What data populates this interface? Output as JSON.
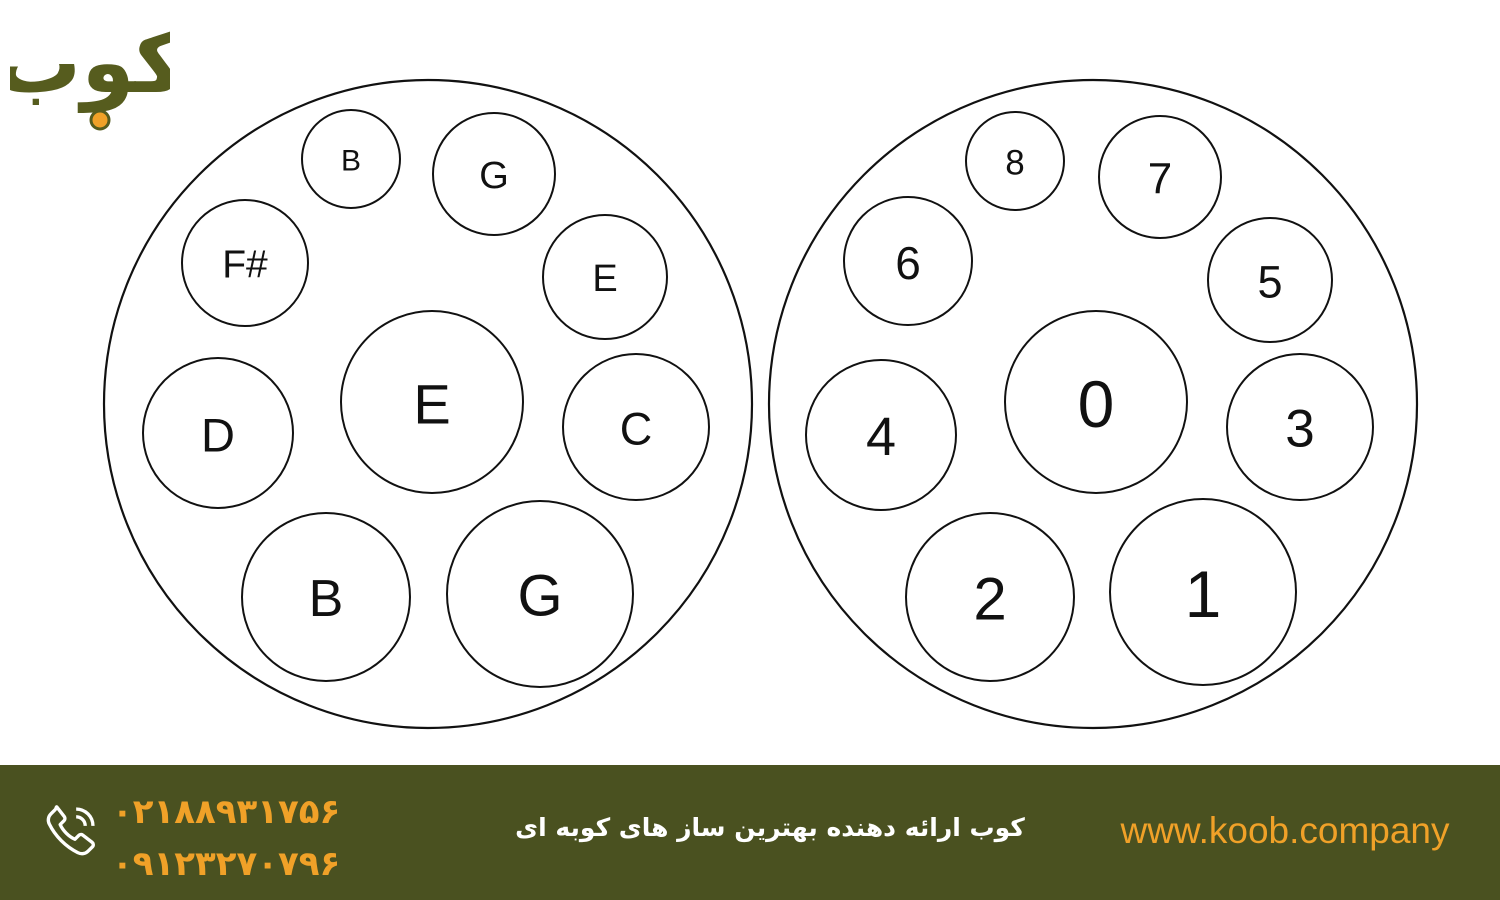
{
  "colors": {
    "footer_bg": "#4a5120",
    "accent": "#f0a128",
    "logo": "#565c1e",
    "stroke": "#111111"
  },
  "logo": {
    "text": "کوب",
    "icon": "koob-logo-icon"
  },
  "left_drum": {
    "notes": [
      "E",
      "G",
      "B",
      "D",
      "C",
      "F#",
      "E",
      "G",
      "B"
    ]
  },
  "right_drum": {
    "numbers": [
      "0",
      "1",
      "2",
      "4",
      "3",
      "6",
      "5",
      "7",
      "8"
    ]
  },
  "footer": {
    "phone_icon": "phone-icon",
    "phones": [
      "۰۲۱۸۸۹۳۱۷۵۶",
      "۰۹۱۲۳۲۷۰۷۹۶"
    ],
    "tagline": "کوب ارائه دهنده بهترین ساز های کوبه ای",
    "website": "www.koob.company"
  }
}
